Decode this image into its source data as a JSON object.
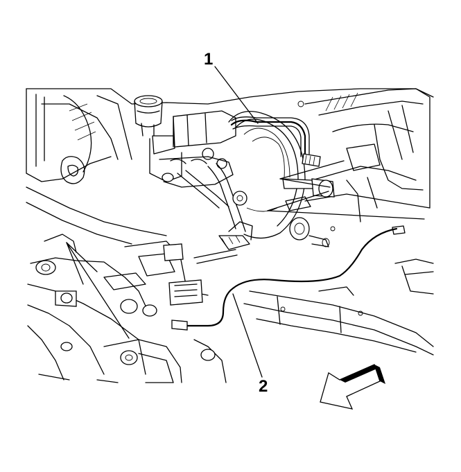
{
  "callouts": [
    {
      "id": "1",
      "label": "1"
    },
    {
      "id": "2",
      "label": "2"
    }
  ],
  "icons": {
    "direction": "front-direction-arrow-icon"
  }
}
